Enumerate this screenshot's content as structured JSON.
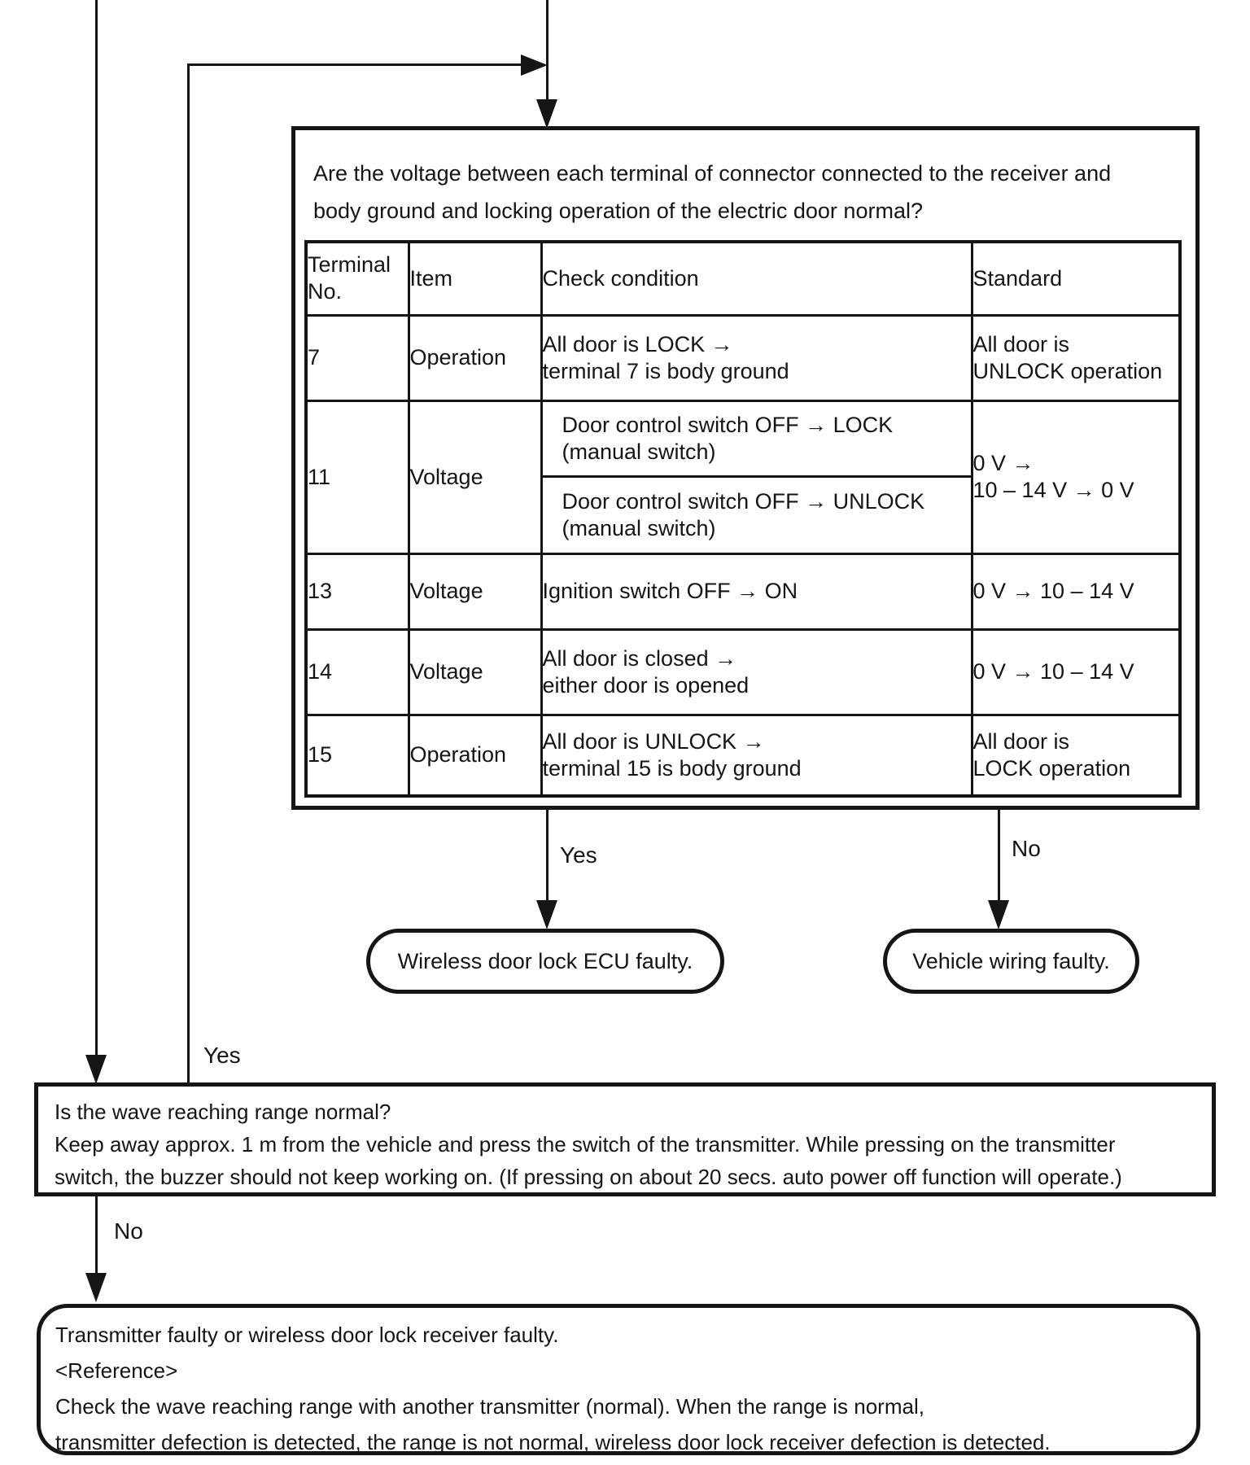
{
  "flow": {
    "question_box": {
      "question_line1": "Are the voltage between each terminal of connector connected to the receiver and",
      "question_line2": "body ground and locking operation of the electric door normal?",
      "table": {
        "header": {
          "terminal": "Terminal\nNo.",
          "item": "Item",
          "condition": "Check condition",
          "standard": "Standard"
        },
        "rows": [
          {
            "terminal": "7",
            "item": "Operation",
            "condition": "All door is LOCK →\nterminal 7 is body ground",
            "standard": "All door is\nUNLOCK operation"
          },
          {
            "terminal": "11",
            "item": "Voltage",
            "condition_top": "Door control switch OFF → LOCK\n(manual switch)",
            "condition_bottom": "Door control switch OFF → UNLOCK\n(manual switch)",
            "standard": "0 V →\n10 – 14 V → 0 V"
          },
          {
            "terminal": "13",
            "item": "Voltage",
            "condition": "Ignition switch OFF → ON",
            "standard": "0 V → 10 – 14 V"
          },
          {
            "terminal": "14",
            "item": "Voltage",
            "condition": "All door is closed →\neither door is opened",
            "standard": "0 V → 10 – 14 V"
          },
          {
            "terminal": "15",
            "item": "Operation",
            "condition": "All door is UNLOCK →\nterminal 15 is body ground",
            "standard": "All door is\nLOCK operation"
          }
        ]
      },
      "yes_label": "Yes",
      "no_label": "No"
    },
    "results": {
      "ecu_faulty": "Wireless door lock ECU faulty.",
      "wiring_faulty": "Vehicle wiring faulty."
    },
    "wave_box": {
      "yes_label": "Yes",
      "no_label": "No",
      "line1": "Is the wave reaching range normal?",
      "line2": "Keep away approx. 1 m from the vehicle and press the switch of the transmitter. While pressing on the transmitter",
      "line3": "switch, the buzzer should not keep working on. (If pressing on about 20 secs. auto power off function will operate.)"
    },
    "final_box": {
      "line1": "Transmitter faulty or wireless door lock receiver faulty.",
      "line2": "<Reference>",
      "line3": "Check the wave reaching range with another transmitter (normal). When the range is normal,",
      "line4": "transmitter defection is detected, the range is not normal, wireless door lock receiver defection is detected."
    }
  }
}
